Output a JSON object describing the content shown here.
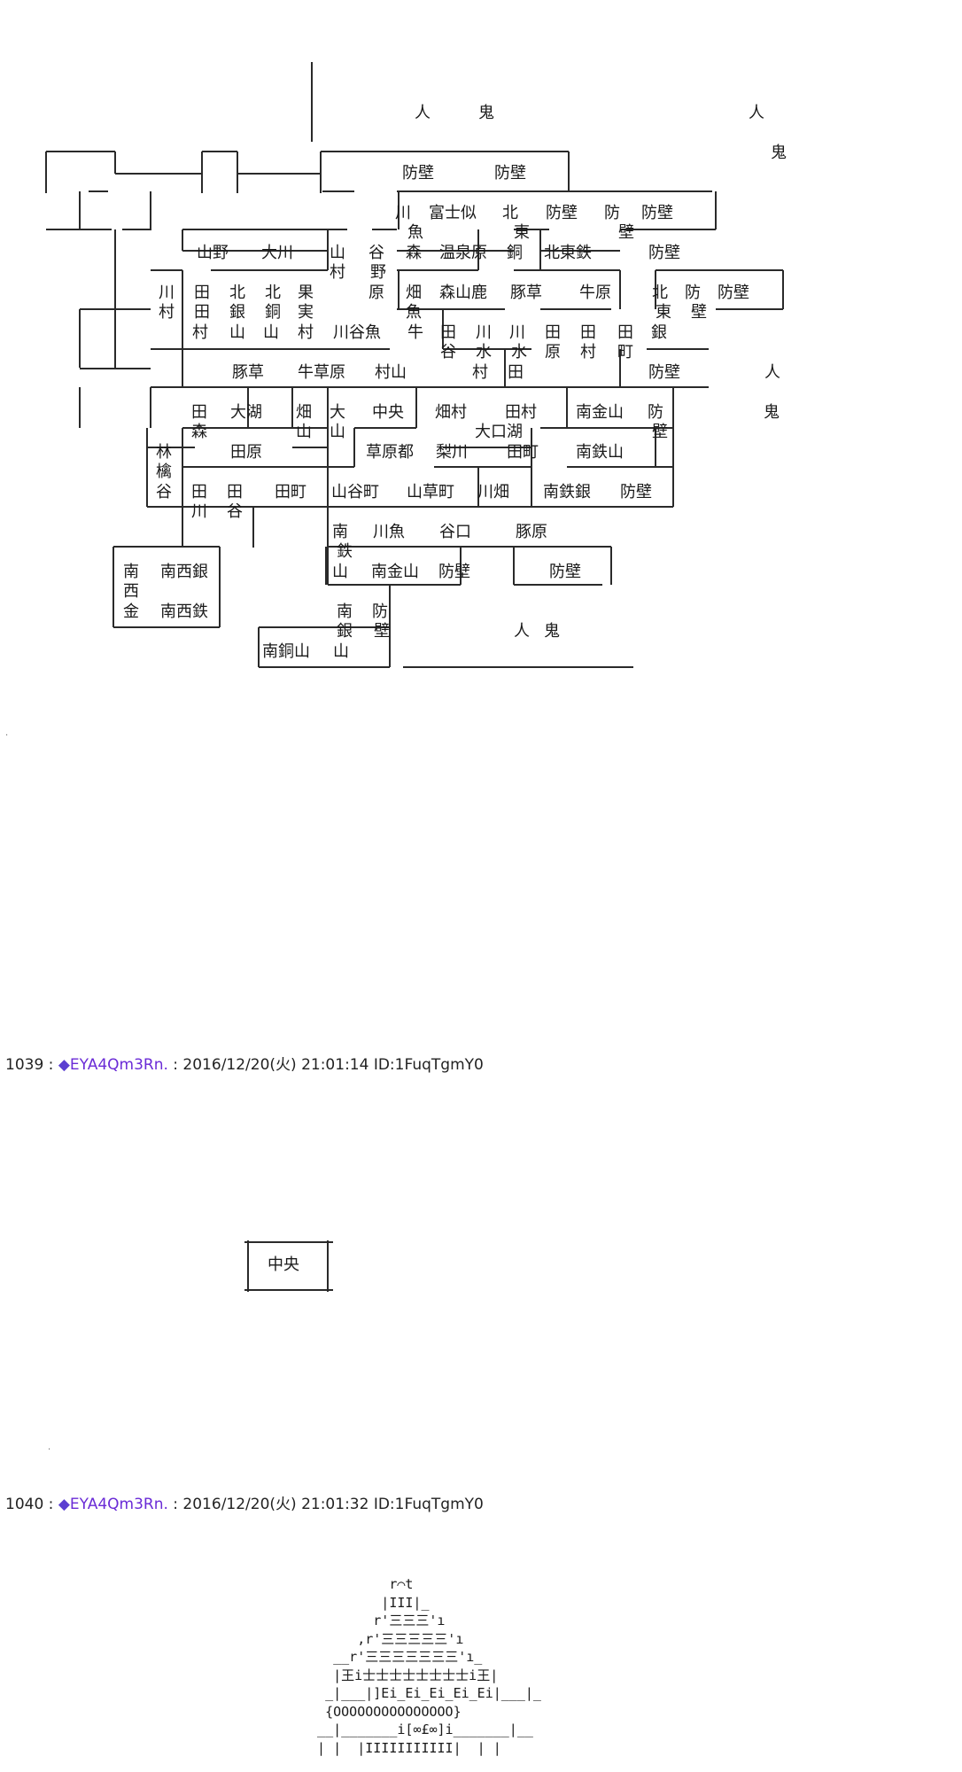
{
  "map_labels": [
    {
      "id": "m-hito-1",
      "text": "人"
    },
    {
      "id": "m-oni-1",
      "text": "鬼"
    },
    {
      "id": "m-hito-2",
      "text": "人"
    },
    {
      "id": "m-oni-2",
      "text": "鬼"
    },
    {
      "id": "r1-1",
      "text": "防壁"
    },
    {
      "id": "r1-2",
      "text": "防壁"
    },
    {
      "id": "r2-1",
      "text": "川"
    },
    {
      "id": "r2-2",
      "text": "富士似"
    },
    {
      "id": "r2-3",
      "text": "北"
    },
    {
      "id": "r2-4",
      "text": "防壁"
    },
    {
      "id": "r2-5",
      "text": "防"
    },
    {
      "id": "r2-6",
      "text": "防壁"
    },
    {
      "id": "r3-1",
      "text": "魚"
    },
    {
      "id": "r3-2",
      "text": "東"
    },
    {
      "id": "r3-3",
      "text": "壁"
    },
    {
      "id": "r4-1",
      "text": "山野"
    },
    {
      "id": "r4-2",
      "text": "大川"
    },
    {
      "id": "r4-3",
      "text": "山"
    },
    {
      "id": "r4-4",
      "text": "谷"
    },
    {
      "id": "r4-5",
      "text": "森"
    },
    {
      "id": "r4-6",
      "text": "温泉原"
    },
    {
      "id": "r4-7",
      "text": "銅"
    },
    {
      "id": "r4-8",
      "text": "北東鉄"
    },
    {
      "id": "r4-9",
      "text": "防壁"
    },
    {
      "id": "r5-1",
      "text": "村"
    },
    {
      "id": "r5-2",
      "text": "野"
    },
    {
      "id": "r6-1",
      "text": "川"
    },
    {
      "id": "r6-2",
      "text": "田"
    },
    {
      "id": "r6-3",
      "text": "北"
    },
    {
      "id": "r6-4",
      "text": "北"
    },
    {
      "id": "r6-5",
      "text": "果"
    },
    {
      "id": "r6-6",
      "text": "原"
    },
    {
      "id": "r6-7",
      "text": "畑"
    },
    {
      "id": "r6-8",
      "text": "森山鹿"
    },
    {
      "id": "r6-9",
      "text": "豚草"
    },
    {
      "id": "r6-10",
      "text": "牛原"
    },
    {
      "id": "r6-11",
      "text": "北"
    },
    {
      "id": "r6-12",
      "text": "防"
    },
    {
      "id": "r6-13",
      "text": "防壁"
    },
    {
      "id": "r7-1",
      "text": "村"
    },
    {
      "id": "r7-2",
      "text": "田"
    },
    {
      "id": "r7-3",
      "text": "銀"
    },
    {
      "id": "r7-4",
      "text": "銅"
    },
    {
      "id": "r7-5",
      "text": "実"
    },
    {
      "id": "r7-6",
      "text": "魚"
    },
    {
      "id": "r7-7",
      "text": "東"
    },
    {
      "id": "r7-8",
      "text": "壁"
    },
    {
      "id": "r8-1",
      "text": "村"
    },
    {
      "id": "r8-2",
      "text": "山"
    },
    {
      "id": "r8-3",
      "text": "山"
    },
    {
      "id": "r8-4",
      "text": "村"
    },
    {
      "id": "r8-5",
      "text": "川谷魚"
    },
    {
      "id": "r8-6",
      "text": "牛"
    },
    {
      "id": "r8-7",
      "text": "田"
    },
    {
      "id": "r8-8",
      "text": "川"
    },
    {
      "id": "r8-9",
      "text": "川"
    },
    {
      "id": "r8-10",
      "text": "田"
    },
    {
      "id": "r8-11",
      "text": "田"
    },
    {
      "id": "r8-12",
      "text": "田"
    },
    {
      "id": "r8-13",
      "text": "銀"
    },
    {
      "id": "r9-1",
      "text": "谷"
    },
    {
      "id": "r9-2",
      "text": "水"
    },
    {
      "id": "r9-3",
      "text": "水"
    },
    {
      "id": "r9-4",
      "text": "原"
    },
    {
      "id": "r9-5",
      "text": "村"
    },
    {
      "id": "r9-6",
      "text": "町"
    },
    {
      "id": "r10-1",
      "text": "豚草"
    },
    {
      "id": "r10-2",
      "text": "牛草原"
    },
    {
      "id": "r10-3",
      "text": "村山"
    },
    {
      "id": "r10-4",
      "text": "村"
    },
    {
      "id": "r10-5",
      "text": "田"
    },
    {
      "id": "r10-6",
      "text": "防壁"
    },
    {
      "id": "r10-7",
      "text": "人"
    },
    {
      "id": "r11-1",
      "text": "田"
    },
    {
      "id": "r11-2",
      "text": "大湖"
    },
    {
      "id": "r11-3",
      "text": "畑"
    },
    {
      "id": "r11-4",
      "text": "大"
    },
    {
      "id": "r11-5",
      "text": "中央"
    },
    {
      "id": "r11-6",
      "text": "畑村"
    },
    {
      "id": "r11-7",
      "text": "田村"
    },
    {
      "id": "r11-8",
      "text": "南金山"
    },
    {
      "id": "r11-9",
      "text": "防"
    },
    {
      "id": "r11-10",
      "text": "鬼"
    },
    {
      "id": "r12-1",
      "text": "森"
    },
    {
      "id": "r12-2",
      "text": "山"
    },
    {
      "id": "r12-3",
      "text": "山"
    },
    {
      "id": "r12-4",
      "text": "大口湖"
    },
    {
      "id": "r12-5",
      "text": "壁"
    },
    {
      "id": "r13-1",
      "text": "林"
    },
    {
      "id": "r13-2",
      "text": "田原"
    },
    {
      "id": "r13-3",
      "text": "草原都"
    },
    {
      "id": "r13-4",
      "text": "梨川"
    },
    {
      "id": "r13-5",
      "text": "田町"
    },
    {
      "id": "r13-6",
      "text": "南鉄山"
    },
    {
      "id": "r14-1",
      "text": "檎"
    },
    {
      "id": "r15-1",
      "text": "谷"
    },
    {
      "id": "r15-2",
      "text": "田"
    },
    {
      "id": "r15-3",
      "text": "田"
    },
    {
      "id": "r15-4",
      "text": "田町"
    },
    {
      "id": "r15-5",
      "text": "山谷町"
    },
    {
      "id": "r15-6",
      "text": "山草町"
    },
    {
      "id": "r15-7",
      "text": "川畑"
    },
    {
      "id": "r15-8",
      "text": "南鉄銀"
    },
    {
      "id": "r15-9",
      "text": "防壁"
    },
    {
      "id": "r16-1",
      "text": "川"
    },
    {
      "id": "r16-2",
      "text": "谷"
    },
    {
      "id": "r17-1",
      "text": "南"
    },
    {
      "id": "r17-2",
      "text": "川魚"
    },
    {
      "id": "r17-3",
      "text": "谷口"
    },
    {
      "id": "r17-4",
      "text": "豚原"
    },
    {
      "id": "r18-1",
      "text": "鉄"
    },
    {
      "id": "r19-1",
      "text": "南"
    },
    {
      "id": "r19-2",
      "text": "南西銀"
    },
    {
      "id": "r19-3",
      "text": "山"
    },
    {
      "id": "r19-4",
      "text": "南金山"
    },
    {
      "id": "r19-5",
      "text": "防壁"
    },
    {
      "id": "r19-6",
      "text": "防壁"
    },
    {
      "id": "r20-1",
      "text": "西"
    },
    {
      "id": "r21-1",
      "text": "金"
    },
    {
      "id": "r21-2",
      "text": "南西鉄"
    },
    {
      "id": "r21-3",
      "text": "南"
    },
    {
      "id": "r21-4",
      "text": "防"
    },
    {
      "id": "r22-1",
      "text": "銀"
    },
    {
      "id": "r22-2",
      "text": "壁"
    },
    {
      "id": "r22-3",
      "text": "人"
    },
    {
      "id": "r22-4",
      "text": "鬼"
    },
    {
      "id": "r23-1",
      "text": "南銅山"
    },
    {
      "id": "r23-2",
      "text": "山"
    },
    {
      "id": "small-1",
      "text": "中央"
    }
  ],
  "posts": [
    {
      "number": "1039",
      "sep": " : ",
      "diamond": "◆",
      "trip": "EYA4Qm3Rn.",
      "date": " : 2016/12/20(火) 21:01:14 ID:1FuqTgmY0"
    },
    {
      "number": "1040",
      "sep": " : ",
      "diamond": "◆",
      "trip": "EYA4Qm3Rn.",
      "date": " : 2016/12/20(火) 21:01:32 ID:1FuqTgmY0"
    }
  ],
  "dots": [
    ".",
    "."
  ],
  "castle_art": "           r⌒t\n          |ΙΙΙ|_\n         r'三三三'ı\n       ,r'三三三三三'ı\n    __r'三三三三三三三'ı_\n    |王i士士士士士士士士i王|\n   _|___|]Ei_Ei_Ei_Ei_Ei|___|_\n   {OOOOOOOOOOOOOOO}\n  __|_______i[∞£∞]i_______|__\n  | |  |ΙΙΙΙΙΙΙΙΙΙΙ|  | |"
}
